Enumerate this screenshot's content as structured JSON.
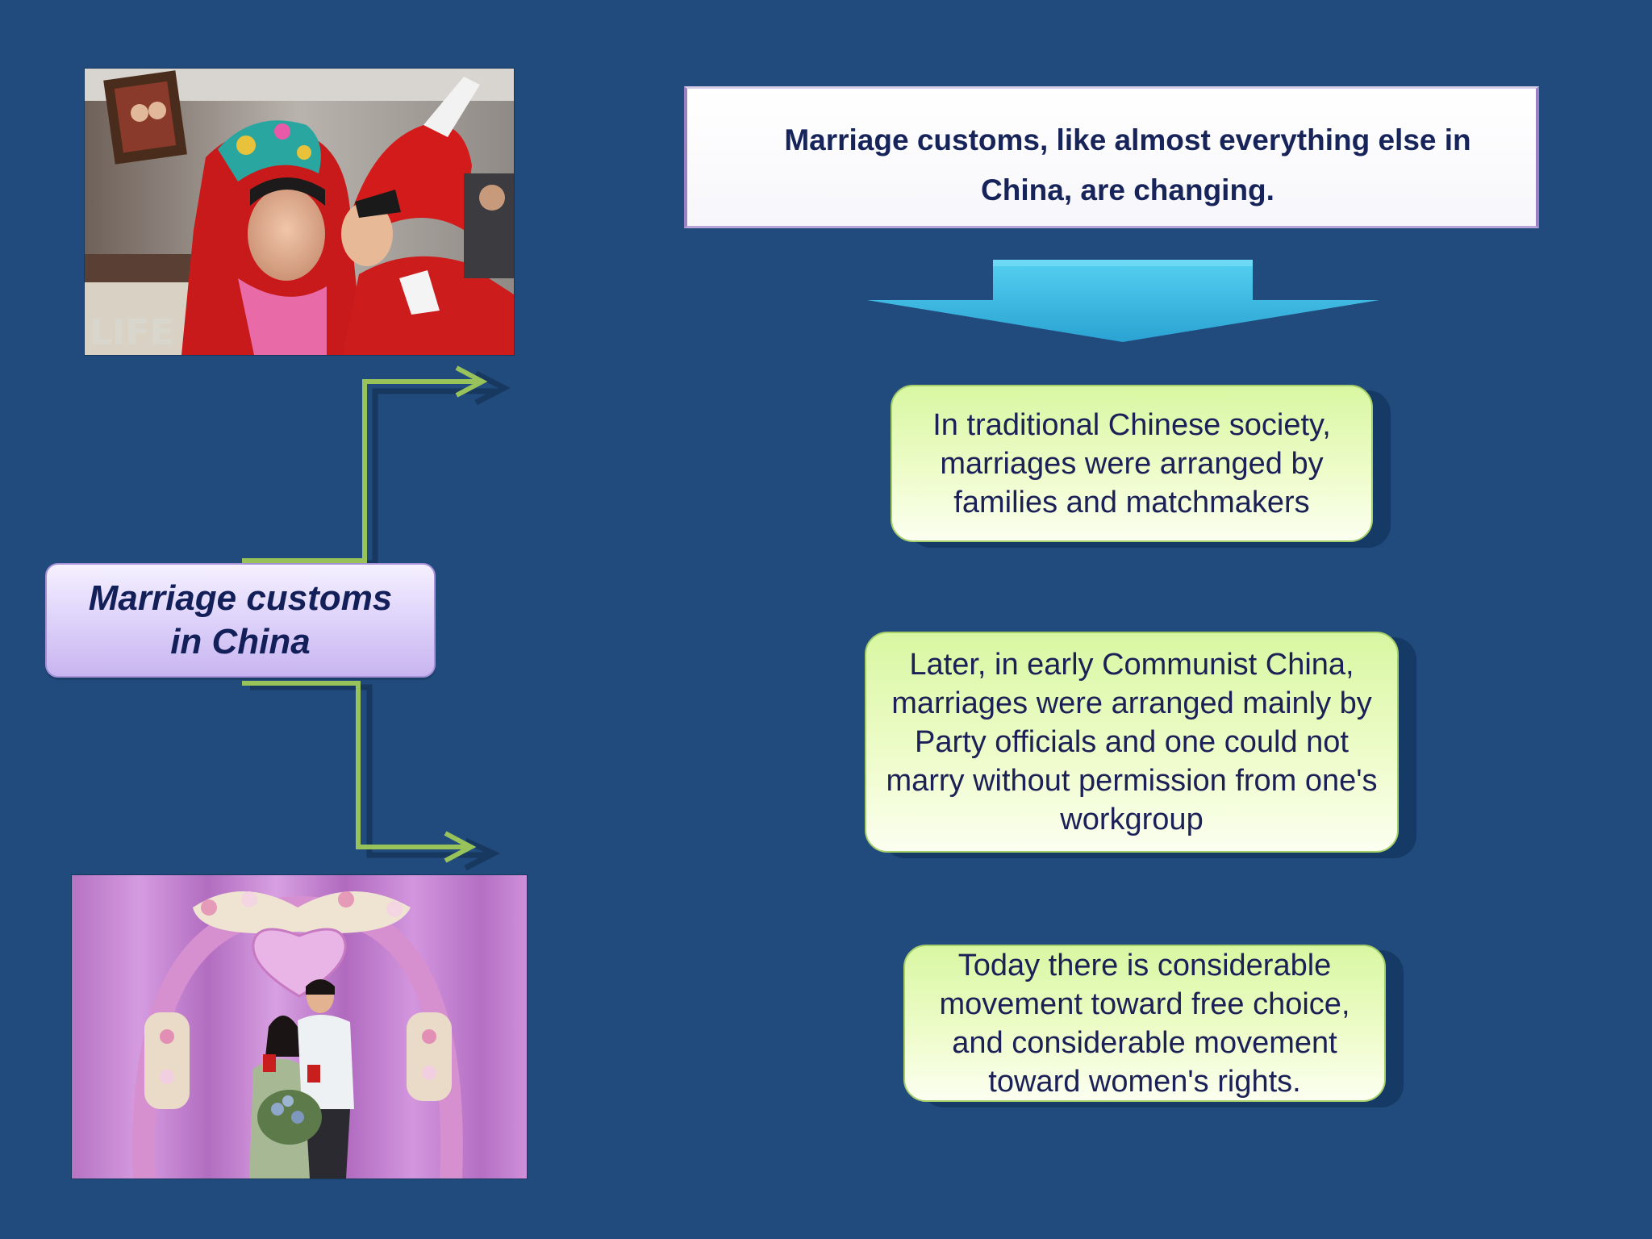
{
  "title": "Marriage customs, like almost everything else in China, are changing.",
  "topic": {
    "line1": "Marriage customs",
    "line2": "in China"
  },
  "boxes": [
    "In traditional Chinese society, marriages were arranged by families and matchmakers",
    "Later, in early Communist China, marriages were arranged mainly by Party officials and one could not marry without permission from one's workgroup",
    "Today there is considerable movement toward free choice, and considerable movement toward women's rights."
  ],
  "photos": {
    "top_watermark": "LIFE"
  },
  "colors": {
    "background": "#214a7d",
    "connector": "#98c35a",
    "arrow": "#3bb8e0",
    "box_fill": "#e4f9b4",
    "topic_fill": "#dcd0fa"
  }
}
